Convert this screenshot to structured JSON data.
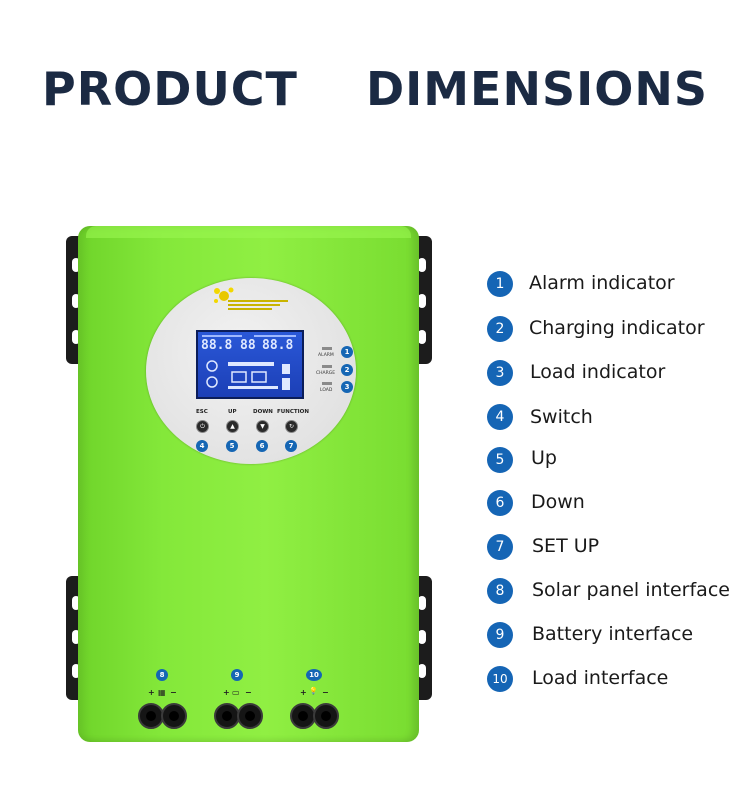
{
  "title": "PRODUCT    DIMENSIONS",
  "device": {
    "lcd": {
      "readout_left": "88.8",
      "readout_mid": "88",
      "readout_right": "88.8"
    },
    "leds": [
      {
        "label": "ALARM",
        "number": "1"
      },
      {
        "label": "CHARGE",
        "number": "2"
      },
      {
        "label": "LOAD",
        "number": "3"
      }
    ],
    "buttons": [
      {
        "label": "ESC",
        "number": "4",
        "glyph": "⏻"
      },
      {
        "label": "UP",
        "number": "5",
        "glyph": "▲"
      },
      {
        "label": "DOWN",
        "number": "6",
        "glyph": "▼"
      },
      {
        "label": "FUNCTION",
        "number": "7",
        "glyph": "↻"
      }
    ],
    "ports": [
      {
        "number": "8",
        "plus": "+",
        "minus": "−",
        "icon": "solar-panel-icon",
        "glyph": "▦"
      },
      {
        "number": "9",
        "plus": "+",
        "minus": "−",
        "icon": "battery-icon",
        "glyph": "▭"
      },
      {
        "number": "10",
        "plus": "+",
        "minus": "−",
        "icon": "lightbulb-icon",
        "glyph": "💡"
      }
    ]
  },
  "legend": [
    {
      "number": "1",
      "label": "Alarm indicator"
    },
    {
      "number": "2",
      "label": "Charging indicator"
    },
    {
      "number": "3",
      "label": "Load indicator"
    },
    {
      "number": "4",
      "label": "Switch"
    },
    {
      "number": "5",
      "label": "Up"
    },
    {
      "number": "6",
      "label": "Down"
    },
    {
      "number": "7",
      "label": "SET UP"
    },
    {
      "number": "8",
      "label": "Solar panel interface"
    },
    {
      "number": "9",
      "label": "Battery interface"
    },
    {
      "number": "10",
      "label": "Load interface"
    }
  ],
  "colors": {
    "title": "#1b2a43",
    "device_green": "#84e83a",
    "badge_blue": "#1565b5",
    "bracket": "#1c1c1c"
  }
}
